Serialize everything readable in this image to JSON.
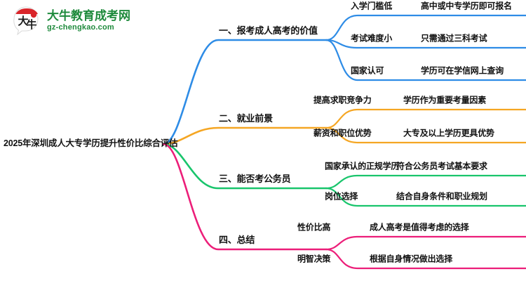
{
  "logo": {
    "mark_name": "daniu-circle-logo",
    "title": "大牛教育成考网",
    "domain": "gz-chengkao.com",
    "brand_color": "#1e8a3c",
    "mark_red": "#d9252a"
  },
  "mindmap": {
    "root": {
      "label": "2025年深圳成人大专学历提升性价比综合评估"
    },
    "branches": [
      {
        "label": "一、报考成人高考的价值",
        "color": "#2e8ce6",
        "children": [
          {
            "label": "入学门槛低",
            "detail": "高中或中专学历即可报名"
          },
          {
            "label": "考试难度小",
            "detail": "只需通过三科考试"
          },
          {
            "label": "国家认可",
            "detail": "学历可在学信网上查询"
          }
        ]
      },
      {
        "label": "二、就业前景",
        "color": "#f5a623",
        "children": [
          {
            "label": "提高求职竞争力",
            "detail": "学历作为重要考量因素"
          },
          {
            "label": "薪资和职位优势",
            "detail": "大专及以上学历更具优势"
          }
        ]
      },
      {
        "label": "三、能否考公务员",
        "color": "#19c56c",
        "children": [
          {
            "label": "国家承认的正规学历",
            "detail": "符合公务员考试基本要求"
          },
          {
            "label": "岗位选择",
            "detail": "结合自身条件和职业规划"
          }
        ]
      },
      {
        "label": "四、总结",
        "color": "#ec1e79",
        "children": [
          {
            "label": "性价比高",
            "detail": "成人高考是值得考虑的选择"
          },
          {
            "label": "明智决策",
            "detail": "根据自身情况做出选择"
          }
        ]
      }
    ]
  }
}
